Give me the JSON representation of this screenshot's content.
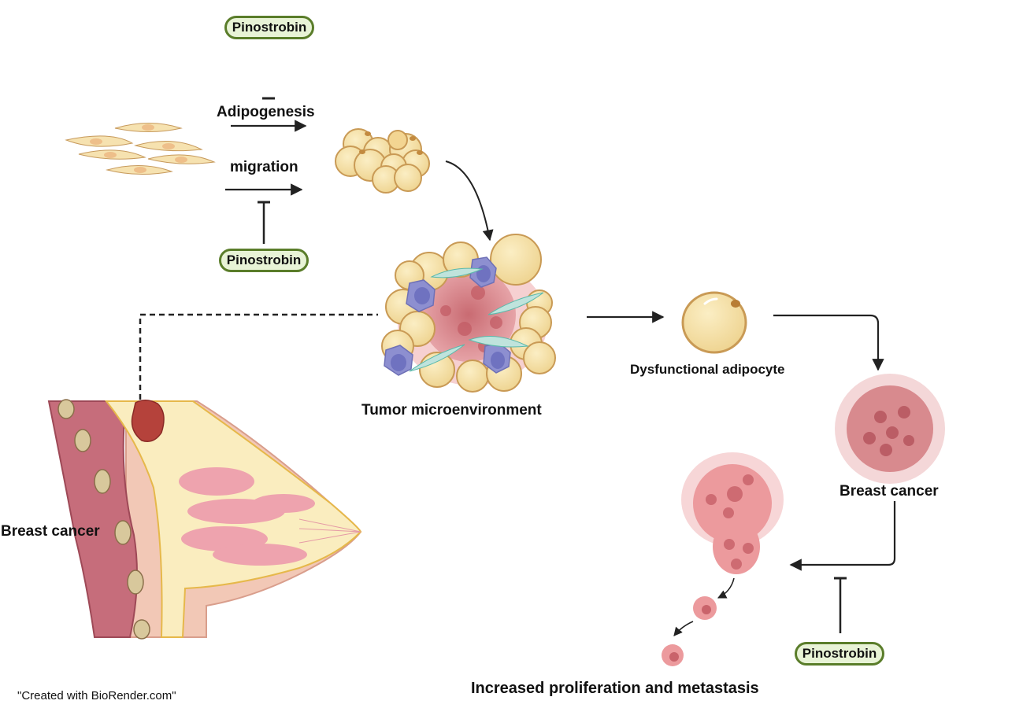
{
  "figure": {
    "credit": "\"Created with BioRender.com\"",
    "colors": {
      "inhibitor_border": "#5a7d2a",
      "inhibitor_fill": "#e8f3d6",
      "adipocyte_fill": "#f3dfa2",
      "adipocyte_border": "#c99a55",
      "tumor_fill": "#e68a8f",
      "tumor_dark": "#b5535b",
      "immune_cell": "#8d8fd0",
      "fibroblast": "#bfe3dc",
      "arrow": "#222222"
    }
  },
  "inhibitors": {
    "top": "Pinostrobin",
    "middle": "Pinostrobin",
    "bottom_right": "Pinostrobin"
  },
  "processes": {
    "adipogenesis": "Adipogenesis",
    "migration": "migration"
  },
  "nodes": {
    "tumor_microenvironment": "Tumor microenvironment",
    "dysfunctional_adipocyte": "Dysfunctional adipocyte",
    "breast_cancer_cluster": "Breast cancer",
    "breast_anatomy": "Breast cancer",
    "outcome": "Increased proliferation and metastasis"
  },
  "icons": {
    "preadipocytes": "preadipocyte-cells-icon",
    "adipocyte_cluster": "adipocyte-cluster-icon",
    "tme": "tumor-microenvironment-icon",
    "single_adipocyte": "adipocyte-icon",
    "tumor": "tumor-cluster-icon",
    "metastasis": "metastasis-cells-icon",
    "breast": "breast-cross-section-icon"
  }
}
